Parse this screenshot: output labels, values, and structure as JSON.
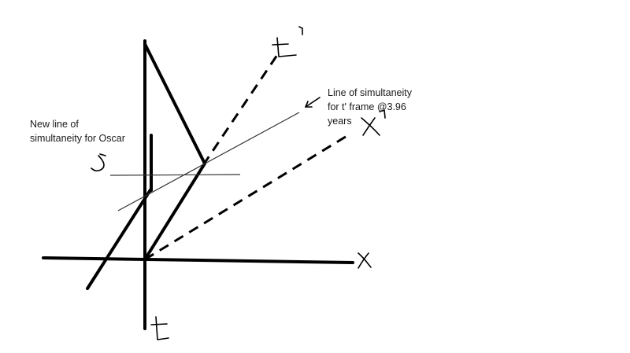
{
  "labels": {
    "simultaneity_tprime_line1": "Line of simultaneity",
    "simultaneity_tprime_line2": "for t' frame @3.96",
    "simultaneity_tprime_line3": "years",
    "oscar_line1": "New line of",
    "oscar_line2": "simultaneity for Oscar"
  },
  "colors": {
    "ink": "#000000",
    "thin_line": "#333333",
    "background": "#ffffff"
  }
}
